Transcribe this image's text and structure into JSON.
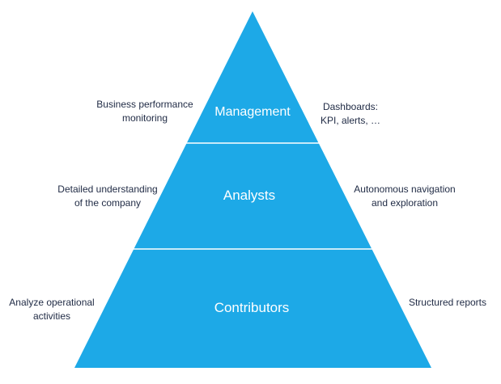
{
  "colors": {
    "pyramid_fill": "#1da9e7",
    "divider": "#ffffff",
    "tier_text": "#ffffff",
    "note_text": "#1f2a44",
    "background": "#ffffff"
  },
  "tiers": [
    {
      "label": "Management"
    },
    {
      "label": "Analysts"
    },
    {
      "label": "Contributors"
    }
  ],
  "notes": {
    "management": {
      "left": [
        "Business performance",
        "monitoring"
      ],
      "right": [
        "Dashboards:",
        "KPI, alerts, …"
      ]
    },
    "analysts": {
      "left": [
        "Detailed understanding",
        "of the company"
      ],
      "right": [
        "Autonomous  navigation",
        "and exploration"
      ]
    },
    "contributors": {
      "left": [
        "Analyze operational",
        "activities"
      ],
      "right": [
        "Structured  reports"
      ]
    }
  }
}
